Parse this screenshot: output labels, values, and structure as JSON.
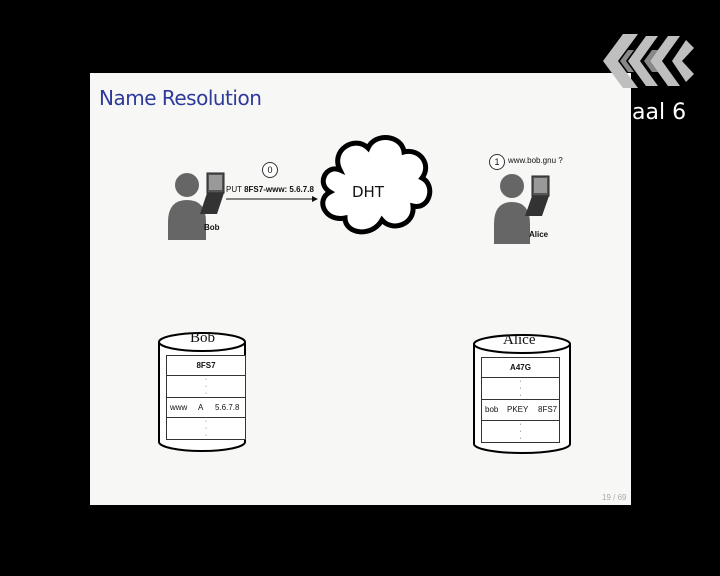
{
  "slide": {
    "title": "Name Resolution",
    "page_number": "19 / 69"
  },
  "overlay": {
    "room_label": "aal 6"
  },
  "bob": {
    "name": "Bob",
    "step_number": "0",
    "put_prefix": "PUT",
    "put_value": "8FS7-www: 5.6.7.8"
  },
  "dht": {
    "label": "DHT"
  },
  "alice": {
    "name": "Alice",
    "step_number": "1",
    "query": "www.bob.gnu ?"
  },
  "bob_db": {
    "title": "Bob",
    "zone": "8FS7",
    "dots_top": "·\n·\n·",
    "record": {
      "name": "www",
      "type": "A",
      "value": "5.6.7.8"
    },
    "dots_bottom": "·\n·\n·"
  },
  "alice_db": {
    "title": "Alice",
    "zone": "A47G",
    "dots_top": "·\n·\n·",
    "record": {
      "name": "bob",
      "type": "PKEY",
      "value": "8FS7"
    },
    "dots_bottom": "·\n·\n·"
  },
  "colors": {
    "title": "#2d3a9c",
    "person": "#666666",
    "background": "#000000"
  }
}
